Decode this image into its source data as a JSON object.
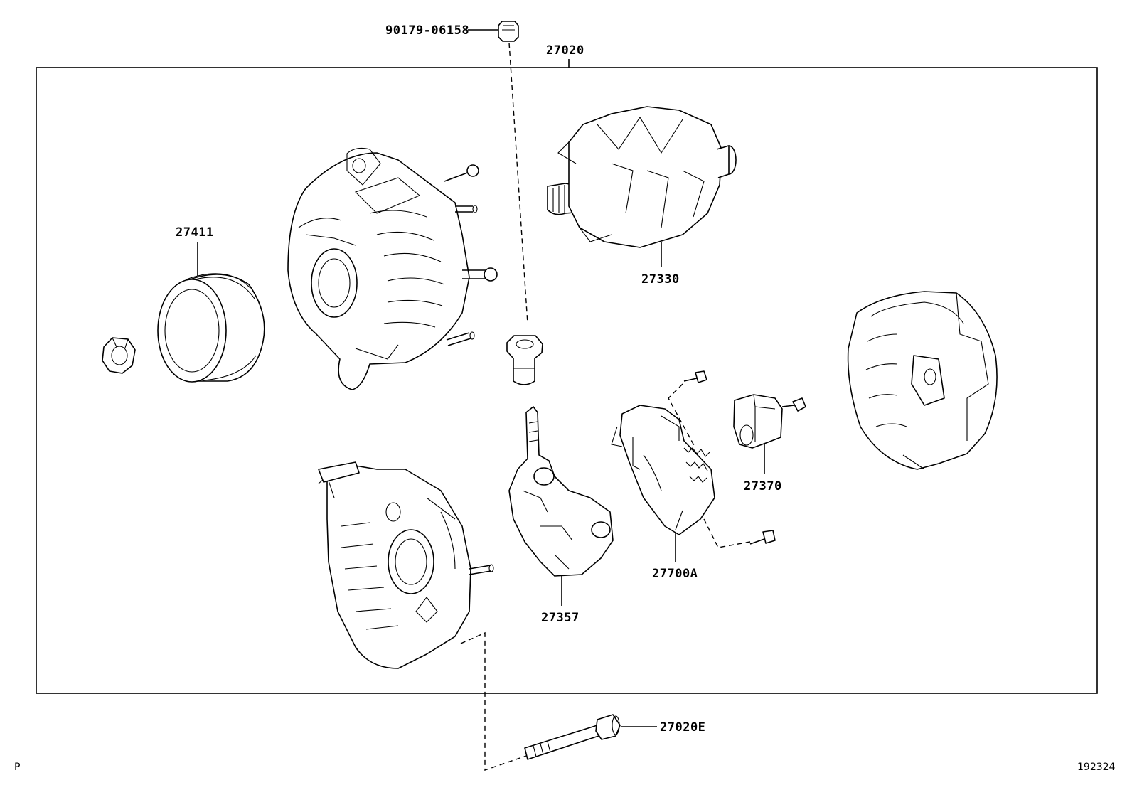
{
  "figure": {
    "corner_left": "P",
    "corner_right": "192324"
  },
  "callouts": {
    "nut_bolt": "90179-06158",
    "assembly": "27020",
    "pulley": "27411",
    "rotor": "27330",
    "brush_holder": "27370",
    "regulator": "27700A",
    "rectifier": "27357",
    "through_bolt": "27020E"
  }
}
